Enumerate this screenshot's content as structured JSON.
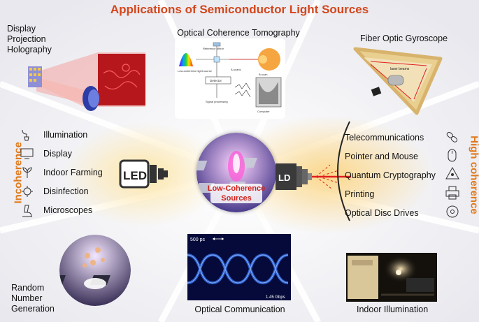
{
  "title": "Applications of Semiconductor Light Sources",
  "center": {
    "line1": "Low-Coherence",
    "line2": "Sources"
  },
  "left_axis": "Incoherence",
  "right_axis": "High coherence",
  "led_label": "LED",
  "ld_label": "LD",
  "top_left": {
    "lines": [
      "Display",
      "Projection",
      "Holography"
    ]
  },
  "top_center": {
    "label": "Optical Coherence Tomography",
    "diagram": {
      "reference_mirror": "Reference Mirror",
      "source": "Low-coherence light source",
      "ascans": "A-scans",
      "bscan": "B-scan",
      "detector": "Detector",
      "signal": "Signal processing",
      "computer": "Computer"
    }
  },
  "top_right": {
    "label": "Fiber Optic Gyroscope",
    "beams": "laser beams"
  },
  "led_applications": [
    "Illumination",
    "Display",
    "Indoor Farming",
    "Disinfection",
    "Microscopes"
  ],
  "ld_applications": [
    "Telecommunications",
    "Pointer and Mouse",
    "Quantum Cryptography",
    "Printing",
    "Optical Disc Drives"
  ],
  "bottom_left": {
    "lines": [
      "Random",
      "Number",
      "Generation"
    ]
  },
  "bottom_center": {
    "label": "Optical Communication",
    "time": "500 ps",
    "rate": "1.45 Gbps"
  },
  "bottom_right": {
    "label": "Indoor Illumination"
  },
  "colors": {
    "title": "#d4461c",
    "axis": "#e07a1c",
    "center_text": "#d0201a",
    "glow": "#fbd27a"
  }
}
